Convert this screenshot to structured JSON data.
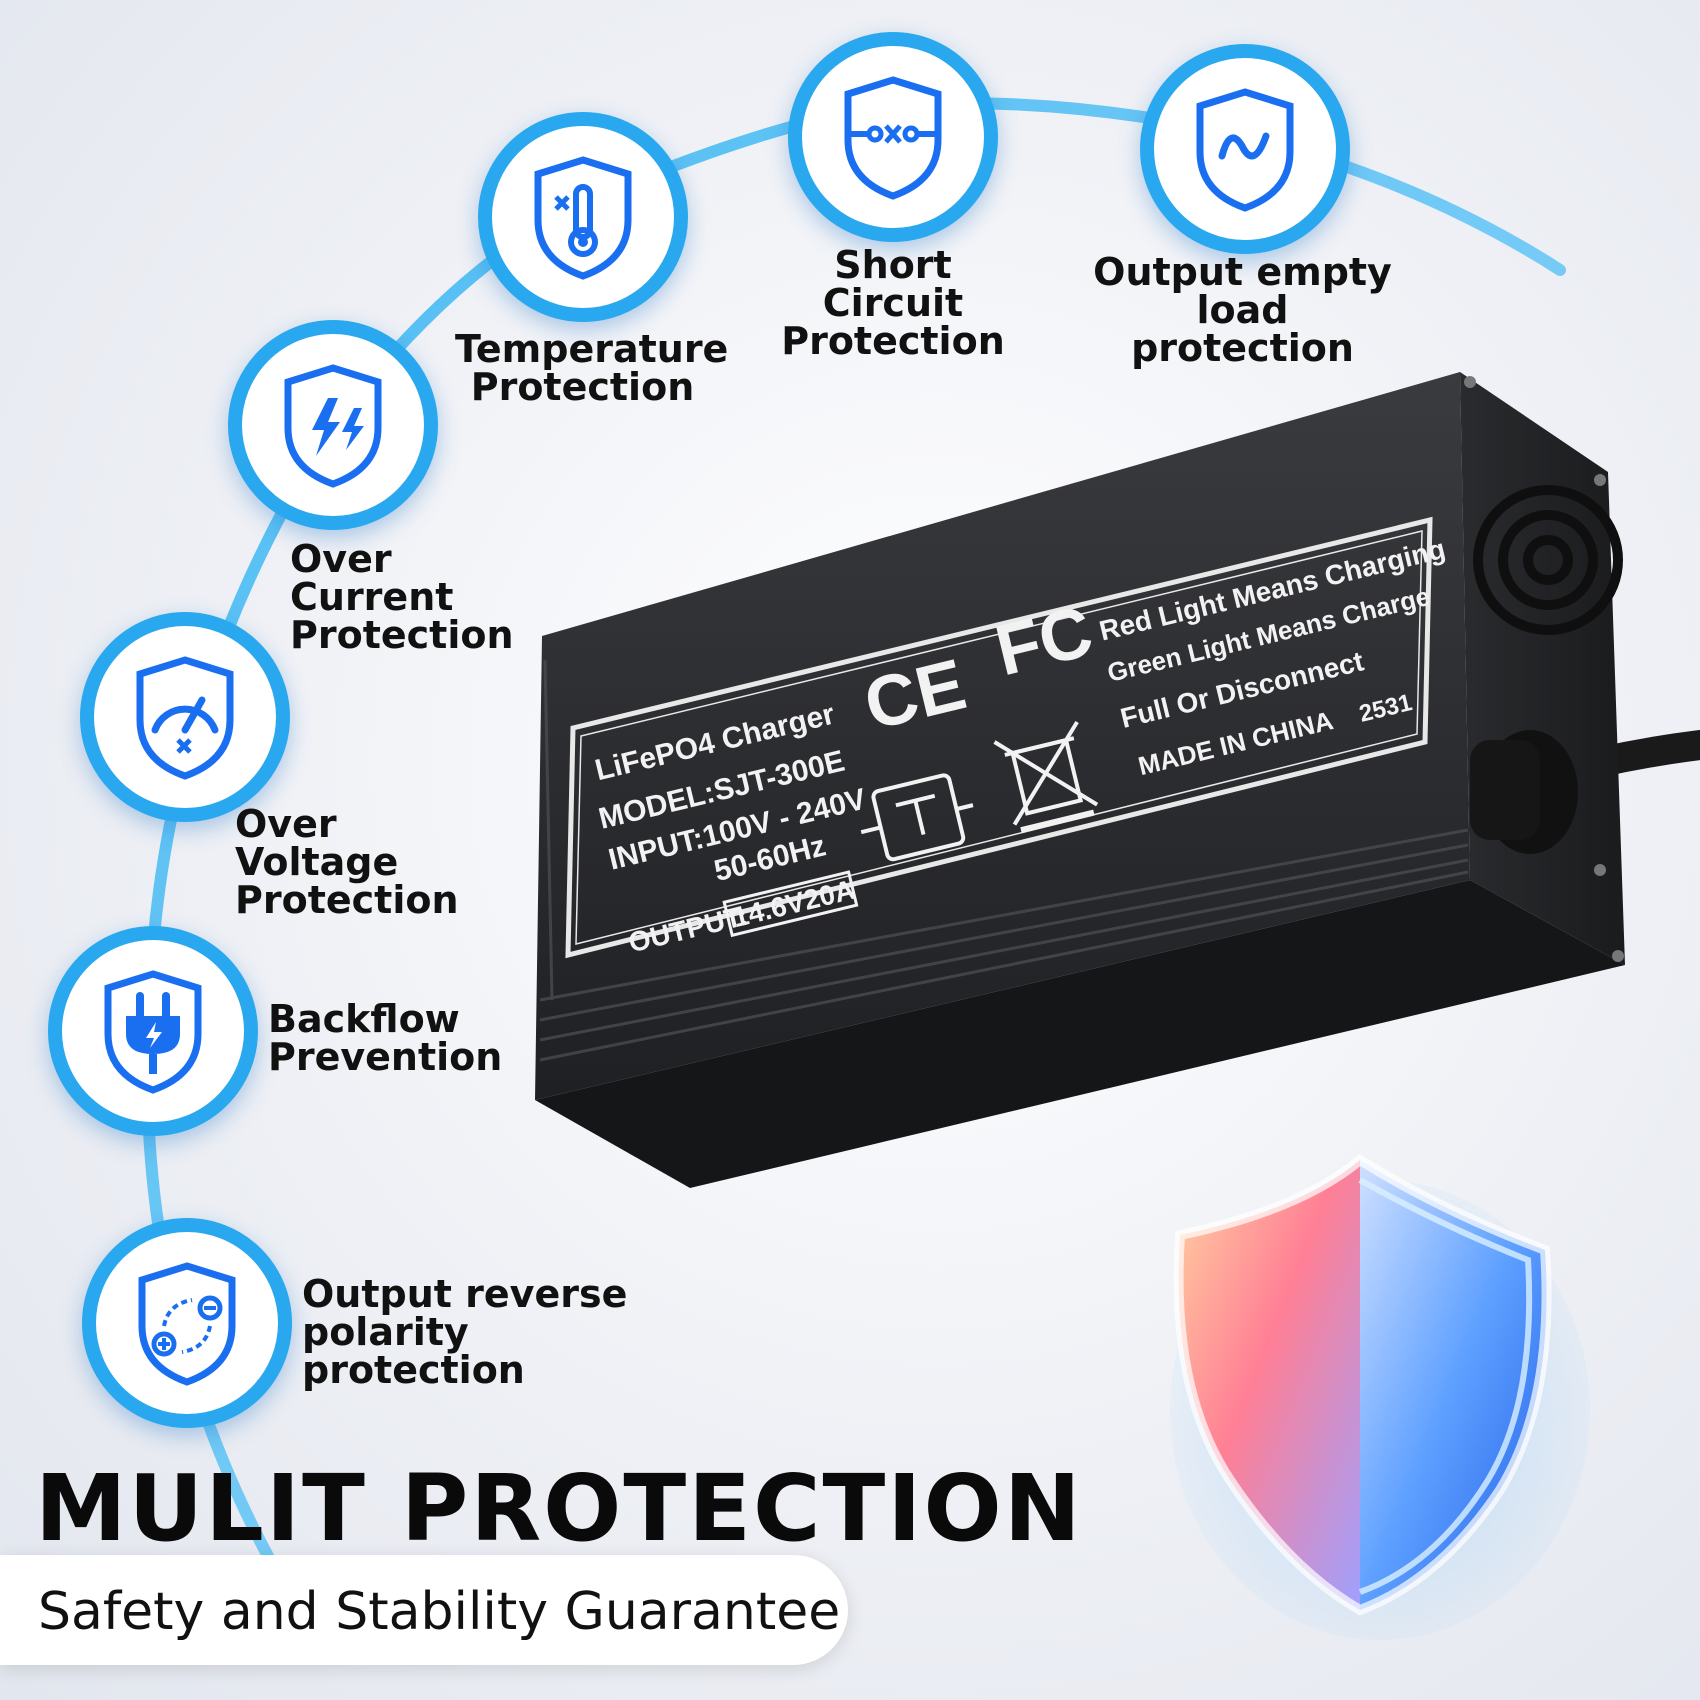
{
  "features": [
    {
      "icon": "thermometer-shield-icon",
      "label": "Temperature\nProtection"
    },
    {
      "icon": "short-circuit-shield-icon",
      "label": "Short Circuit\nProtection"
    },
    {
      "icon": "sine-wave-shield-icon",
      "label": "Output empty\nload protection"
    },
    {
      "icon": "lightning-shield-icon",
      "label": "Over Current\nProtection"
    },
    {
      "icon": "gauge-shield-icon",
      "label": "Over Voltage\nProtection"
    },
    {
      "icon": "plug-shield-icon",
      "label": "Backflow\nPrevention"
    },
    {
      "icon": "polarity-shield-icon",
      "label": "Output reverse\npolarity protection"
    }
  ],
  "charger_label": {
    "title": "LiFePO4 Charger",
    "model": "MODEL:SJT-300E",
    "input": "INPUT:100V - 240V",
    "frequency": "50-60Hz",
    "output_prefix": "OUTPUT:",
    "output_value": "14.6V20A",
    "ce_mark": "CE",
    "fc_mark": "FC",
    "red_light": "Red Light Means Charging",
    "green_light": "Green Light Means Charge",
    "full": "Full Or Disconnect",
    "made_in": "MADE IN CHINA",
    "code": "2531"
  },
  "headline": "MULIT PROTECTION",
  "subtitle": "Safety and Stability Guarantee",
  "colors": {
    "accent": "#2aa8ef",
    "icon_blue": "#1a6ff0",
    "charger_body": "#2a2b2e"
  }
}
